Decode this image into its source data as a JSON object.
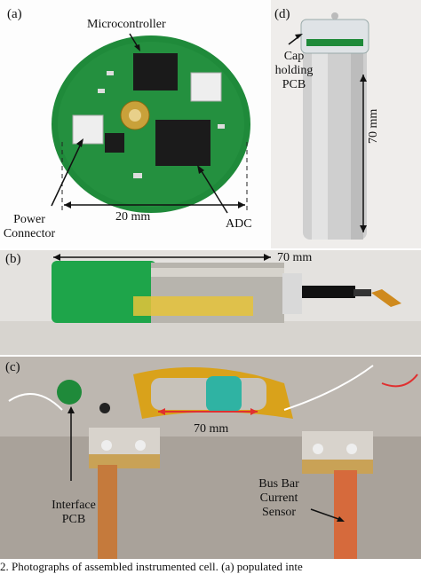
{
  "panels": {
    "a": {
      "tag": "(a)",
      "microcontroller": "Microcontroller",
      "power_connector": "Power Connector",
      "adc": "ADC",
      "dimension": "20 mm"
    },
    "b": {
      "tag": "(b)",
      "dimension": "70 mm"
    },
    "c": {
      "tag": "(c)",
      "dimension": "70 mm",
      "interface_pcb": "Interface PCB",
      "bus_bar": "Bus Bar Current Sensor"
    },
    "d": {
      "tag": "(d)",
      "cap": "Cap holding PCB",
      "dimension": "70 mm"
    }
  },
  "caption": "2.   Photographs of assembled instrumented cell. (a) populated inte",
  "colors": {
    "pcb_green": "#1f8a3a",
    "cell_green": "#1ea54a",
    "kapton": "#d9a21b",
    "copper": "#c57a3c",
    "red_arrow": "#e03030"
  }
}
